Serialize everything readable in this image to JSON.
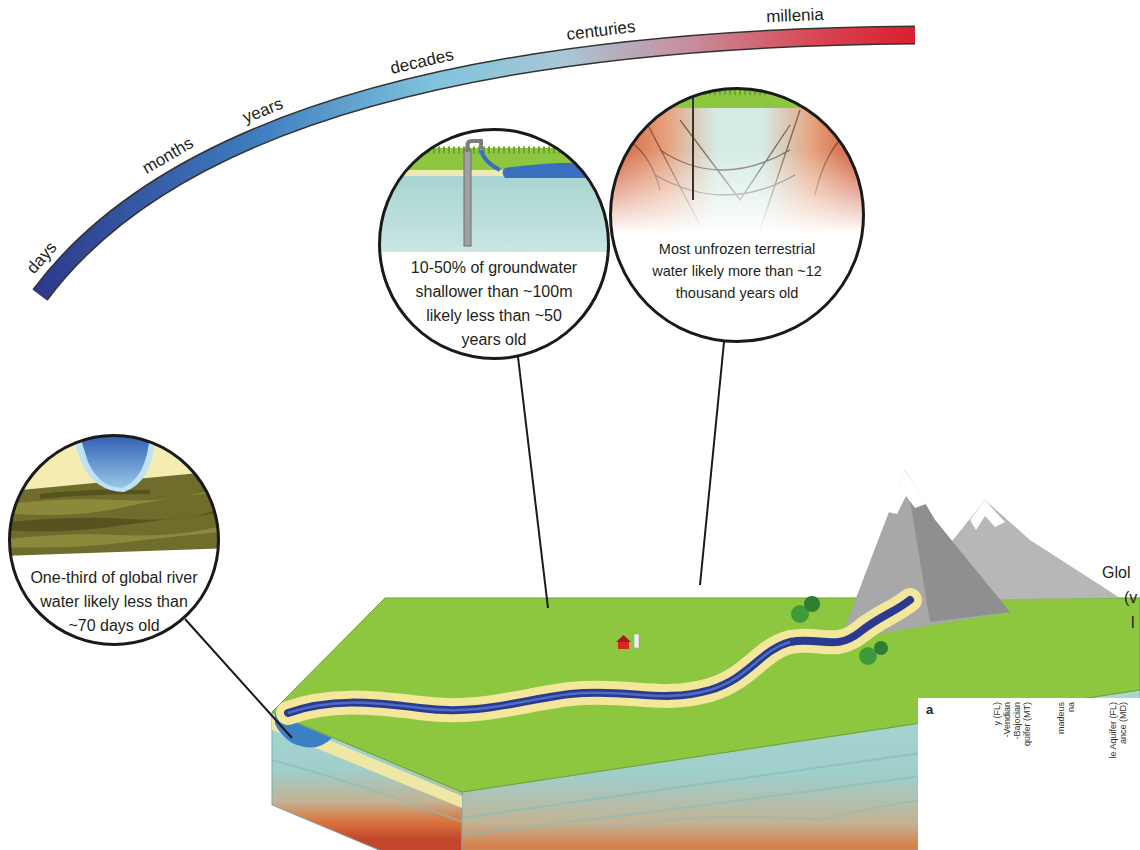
{
  "diagram": {
    "nodes": [
      {
        "text": [
          "One-third of global river water likely less than ~70 days old"
        ]
      },
      {
        "text": [
          "10-50% of groundwater shallower than ~100m likely less than ~50 years old"
        ]
      },
      {
        "text": [
          "Most unfrozen terrestrial water likely more than ~12 thousand years old"
        ]
      }
    ],
    "labels": [
      "days",
      "months",
      "years",
      "decades",
      "centuries",
      "millenia",
      "Glol",
      "(v",
      "l",
      "a",
      "y (FL)",
      "-Vendian",
      "-Bajocian",
      "quifer (MT)",
      "madeus",
      "na",
      "le Aquifer (FL)",
      "ance (MD)"
    ]
  }
}
